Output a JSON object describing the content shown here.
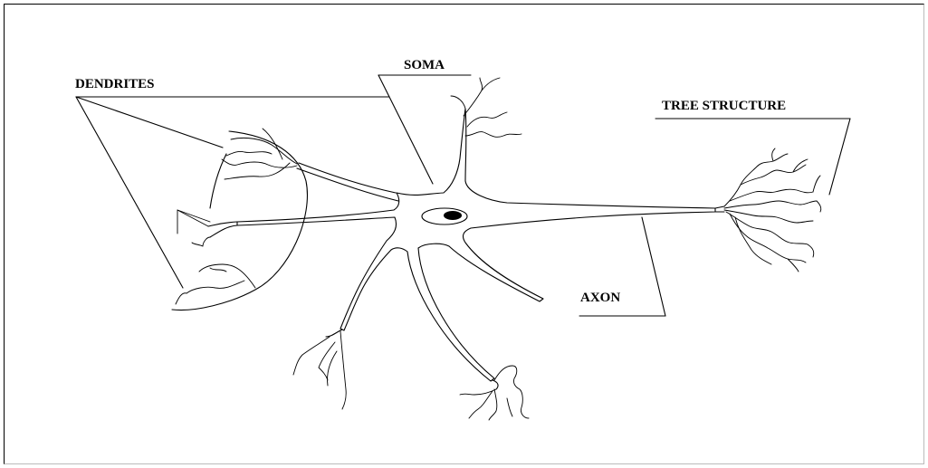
{
  "labels": {
    "dendrites": "DENDRITES",
    "soma": "SOMA",
    "tree_structure": "TREE STRUCTURE",
    "axon": "AXON"
  }
}
